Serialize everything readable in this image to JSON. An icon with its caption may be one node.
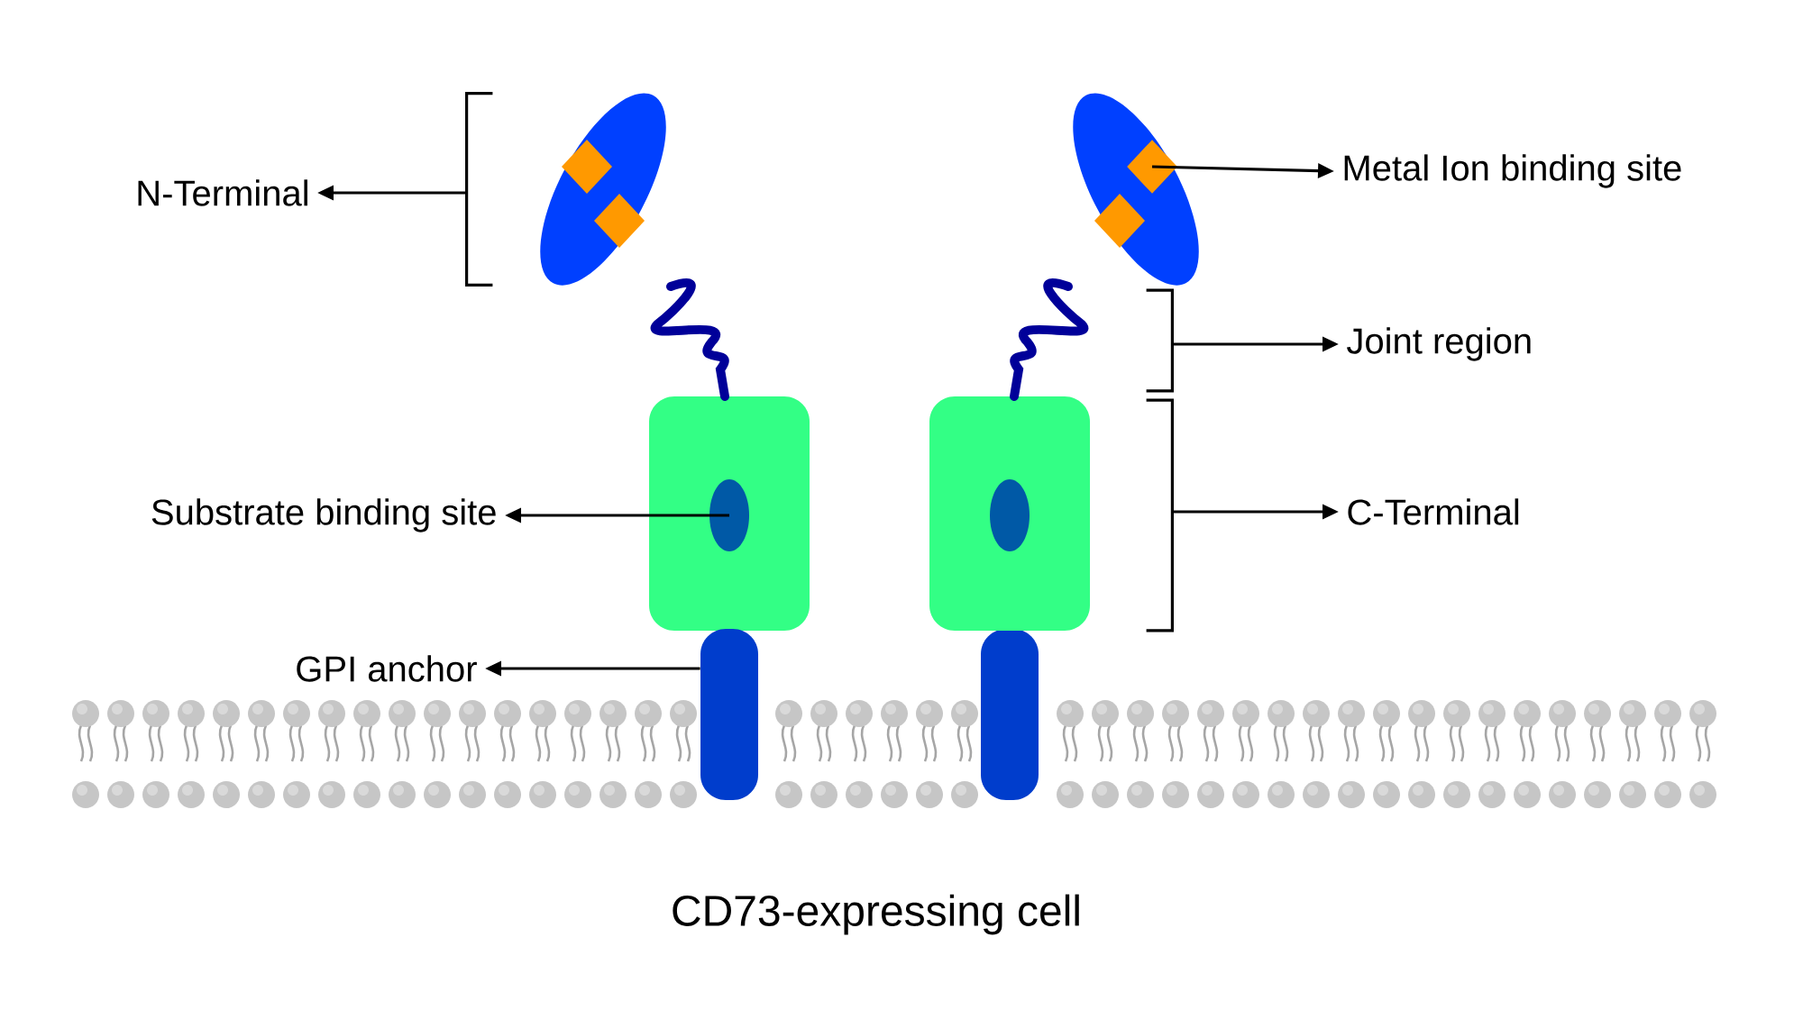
{
  "diagram": {
    "caption": "CD73-expressing cell",
    "nodes": [
      {
        "text": [
          "N-Terminal"
        ]
      },
      {
        "text": [
          "Metal Ion binding site"
        ]
      },
      {
        "text": [
          "Joint region"
        ]
      },
      {
        "text": [
          "Substrate binding site"
        ]
      },
      {
        "text": [
          "C-Terminal"
        ]
      },
      {
        "text": [
          "GPI anchor"
        ]
      },
      {
        "text": [],
        "shape": "bracket"
      },
      {
        "text": [],
        "shape": "diamond"
      },
      {
        "text": [],
        "shape": "bracket"
      },
      {
        "text": [],
        "shape": "ellipse"
      },
      {
        "text": [],
        "shape": "bracket"
      },
      {
        "text": [],
        "shape": "bar"
      }
    ],
    "edges": [
      {
        "from": 6,
        "to": 0,
        "arrow": "to"
      },
      {
        "from": 7,
        "to": 1,
        "arrow": "to"
      },
      {
        "from": 8,
        "to": 2,
        "arrow": "to"
      },
      {
        "from": 9,
        "to": 3,
        "arrow": "to"
      },
      {
        "from": 10,
        "to": 4,
        "arrow": "to"
      },
      {
        "from": 11,
        "to": 5,
        "arrow": "to"
      }
    ]
  }
}
